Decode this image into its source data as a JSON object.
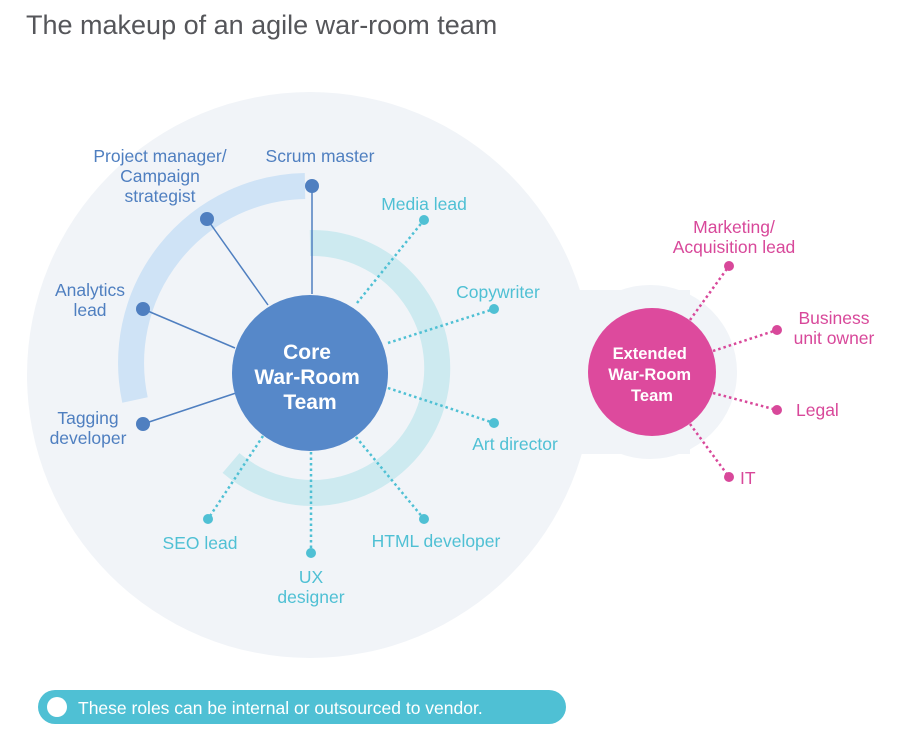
{
  "title": "The makeup of an agile war-room team",
  "core_team": {
    "label_lines": [
      "Core",
      "War-Room",
      "Team"
    ],
    "color": "#5688c9",
    "internal_roles": [
      {
        "lines": [
          "Project manager/",
          "Campaign",
          "strategist"
        ]
      },
      {
        "lines": [
          "Scrum master"
        ]
      },
      {
        "lines": [
          "Analytics",
          "lead"
        ]
      },
      {
        "lines": [
          "Tagging",
          "developer"
        ]
      }
    ],
    "flexible_roles": [
      {
        "lines": [
          "Media lead"
        ]
      },
      {
        "lines": [
          "Copywriter"
        ]
      },
      {
        "lines": [
          "Art director"
        ]
      },
      {
        "lines": [
          "HTML developer"
        ]
      },
      {
        "lines": [
          "UX",
          "designer"
        ]
      },
      {
        "lines": [
          "SEO lead"
        ]
      }
    ]
  },
  "extended_team": {
    "label_lines": [
      "Extended",
      "War-Room",
      "Team"
    ],
    "color": "#dd4a9d",
    "roles": [
      {
        "lines": [
          "Marketing/",
          "Acquisition lead"
        ]
      },
      {
        "lines": [
          "Business",
          "unit owner"
        ]
      },
      {
        "lines": [
          "Legal"
        ]
      },
      {
        "lines": [
          "IT"
        ]
      }
    ]
  },
  "legend": {
    "text": "These roles can be internal or outsourced to vendor.",
    "color": "#4fc0d4"
  },
  "colors": {
    "internal": "#4f7fc0",
    "flexible": "#4fc0d4",
    "extended": "#d8489a",
    "background_blob": "#f1f4f8",
    "internal_arc": "#cfe3f6",
    "flexible_arc": "#cdeaf0"
  }
}
